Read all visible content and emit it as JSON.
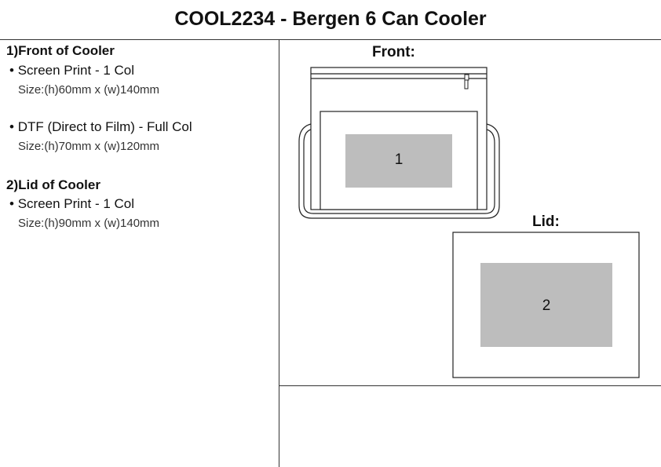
{
  "title": "COOL2234 - Bergen 6 Can Cooler",
  "sections": [
    {
      "heading": "1)Front of Cooler",
      "items": [
        {
          "method": "Screen Print - 1 Col",
          "size": "Size:(h)60mm x (w)140mm"
        },
        {
          "method": "DTF (Direct to Film) - Full Col",
          "size": "Size:(h)70mm x (w)120mm"
        }
      ]
    },
    {
      "heading": "2)Lid of Cooler",
      "items": [
        {
          "method": "Screen Print - 1 Col",
          "size": "Size:(h)90mm x (w)140mm"
        }
      ]
    }
  ],
  "views": {
    "front": {
      "label": "Front:",
      "area": "1"
    },
    "lid": {
      "label": "Lid:",
      "area": "2"
    }
  },
  "colors": {
    "print_area": "#bdbdbd"
  }
}
